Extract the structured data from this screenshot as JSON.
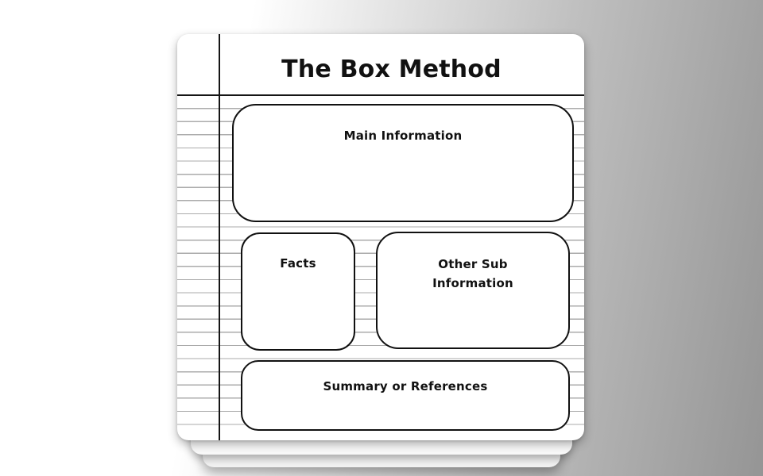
{
  "page": {
    "title": "The Box Method"
  },
  "boxes": [
    {
      "id": "main",
      "label": "Main Information"
    },
    {
      "id": "facts",
      "label": "Facts"
    },
    {
      "id": "other",
      "label": "Other Sub Information"
    },
    {
      "id": "summary",
      "label": "Summary or References"
    }
  ],
  "colors": {
    "paper": "#ffffff",
    "ink": "#111111",
    "rule_light": "#ababab",
    "rule_dark": "#151515",
    "bg_light": "#ffffff",
    "bg_mid": "#c0c0c0",
    "bg_dark": "#959595",
    "stack_layer1": "#fafafa",
    "stack_layer2": "#f2f2f2"
  }
}
